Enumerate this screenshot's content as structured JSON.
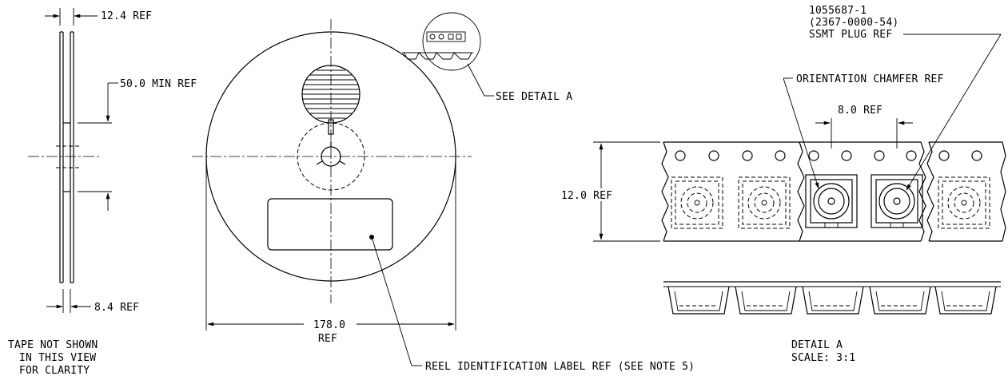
{
  "side_view": {
    "dim_top": "12.4 REF",
    "dim_mid": "50.0 MIN REF",
    "dim_bottom": "8.4 REF",
    "note": [
      "TAPE NOT SHOWN",
      "IN THIS VIEW",
      "FOR CLARITY"
    ]
  },
  "front_view": {
    "diameter_value": "178.0",
    "diameter_ref": "REF",
    "detail_callout": "SEE DETAIL A",
    "label_callout": "REEL IDENTIFICATION LABEL REF (SEE NOTE 5)"
  },
  "detail_a": {
    "part_lines": [
      "1055687-1",
      "(2367-0000-54)",
      "SSMT PLUG REF"
    ],
    "chamfer": "ORIENTATION CHAMFER REF",
    "pitch": "8.0 REF",
    "width": "12.0 REF",
    "title": "DETAIL A",
    "scale": "SCALE: 3:1"
  }
}
